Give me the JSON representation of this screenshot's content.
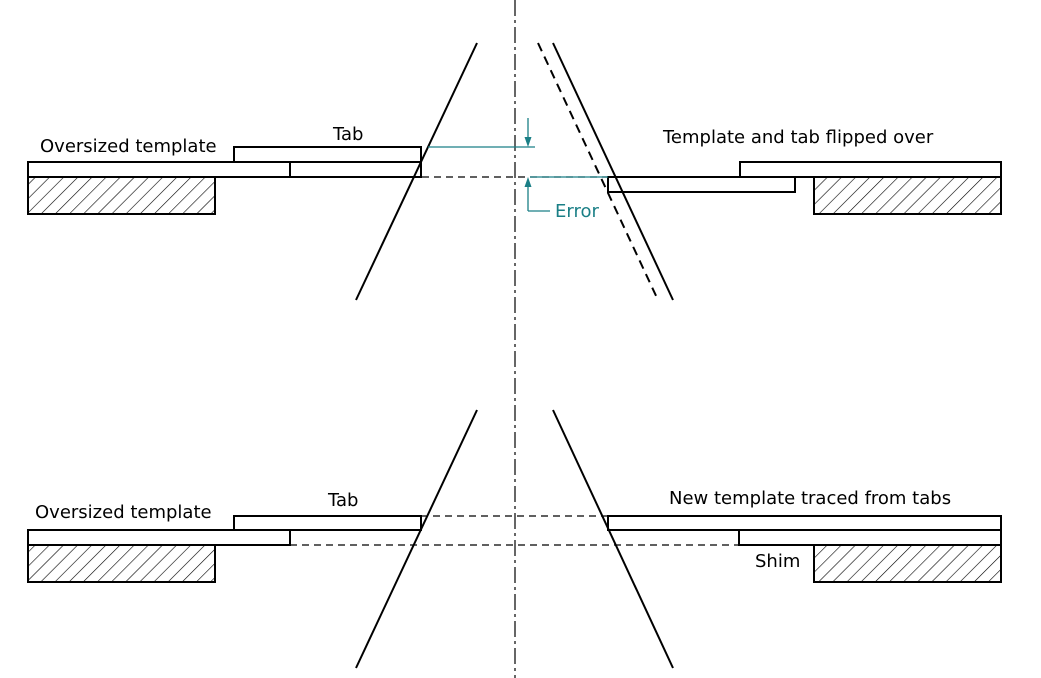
{
  "top_view": {
    "left_label": "Oversized template",
    "tab_label": "Tab",
    "right_label": "Template and tab flipped over",
    "error_label": "Error"
  },
  "bottom_view": {
    "left_label": "Oversized template",
    "tab_label": "Tab",
    "right_label": "New template traced from tabs",
    "shim_label": "Shim"
  },
  "colors": {
    "line": "#000000",
    "dimension": "#1a7f86",
    "background": "#ffffff"
  }
}
